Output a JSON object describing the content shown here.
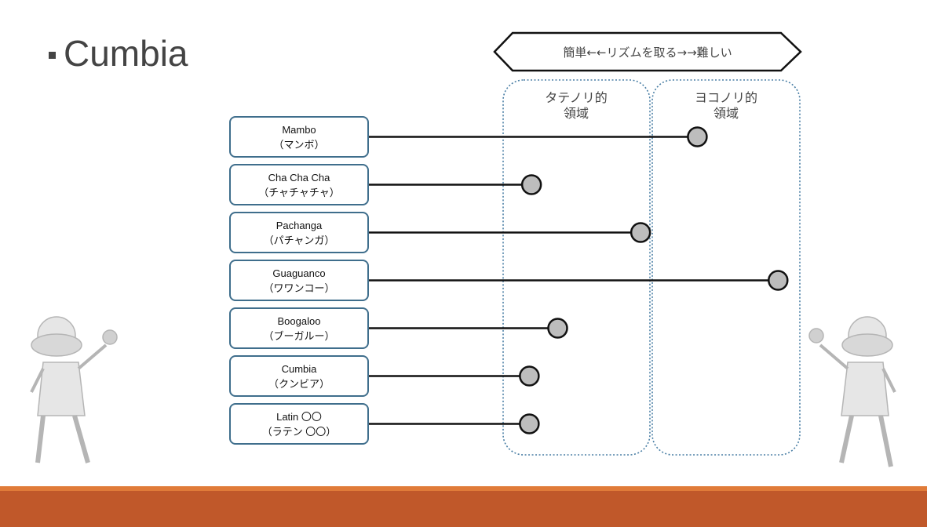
{
  "title": "Cumbia",
  "header_label": "簡単←←リズムを取る→→難しい",
  "zones": [
    {
      "line1": "タテノリ的",
      "line2": "領域"
    },
    {
      "line1": "ヨコノリ的",
      "line2": "領域"
    }
  ],
  "genres": [
    {
      "name": "Mambo",
      "kana": "（マンボ）",
      "position": 0.89
    },
    {
      "name": "Cha Cha Cha",
      "kana": "（チャチャチャ）",
      "position": 0.13
    },
    {
      "name": "Pachanga",
      "kana": "（パチャンガ）",
      "position": 0.63
    },
    {
      "name": "Guaguanco",
      "kana": "（ワワンコー）",
      "position": 1.26
    },
    {
      "name": "Boogaloo",
      "kana": "（ブーガルー）",
      "position": 0.25
    },
    {
      "name": "Cumbia",
      "kana": "（クンビア）",
      "position": 0.12
    },
    {
      "name": "Latin 〇〇",
      "kana": "（ラテン 〇〇）",
      "position": 0.12
    }
  ],
  "colors": {
    "box_border": "#3f6e8c",
    "zone_border": "#4a7fa5",
    "marker_fill": "#bdbdbd",
    "accent_bar": "#c0582a",
    "accent_bar_light": "#e07b39"
  },
  "decorations": [
    "maraca-dancer-left",
    "maraca-dancer-right"
  ]
}
